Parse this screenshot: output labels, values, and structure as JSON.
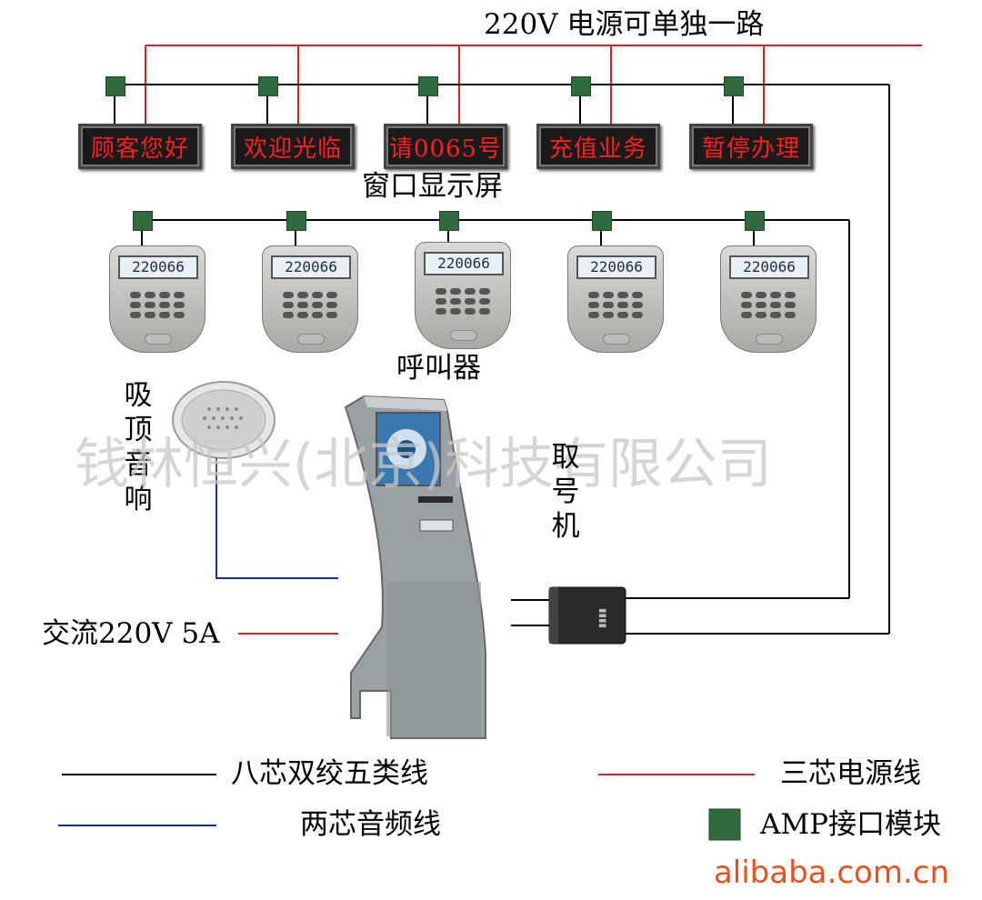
{
  "power_line_label": "220V 电源可单独一路",
  "window_displays": [
    "顾客您好",
    "欢迎光临",
    "请0065号",
    "充值业务",
    "暂停办理"
  ],
  "window_display_label": "窗口显示屏",
  "pager_readout": "220066",
  "pager_label": "呼叫器",
  "speaker_label": "吸顶音响",
  "kiosk_label": "取号机",
  "ac_label": "交流220V 5A",
  "watermark": "钱林恒兴(北京)科技有限公司",
  "legend": {
    "cat5": "八芯双绞五类线",
    "power3": "三芯电源线",
    "audio2": "两芯音频线",
    "amp": "AMP接口模块"
  },
  "site": "alibaba.com.cn",
  "colors": {
    "power": "#e02020",
    "data": "#000000",
    "audio": "#1030c0",
    "amp": "#2f6b3c",
    "display_text": "#ff1f1f"
  }
}
